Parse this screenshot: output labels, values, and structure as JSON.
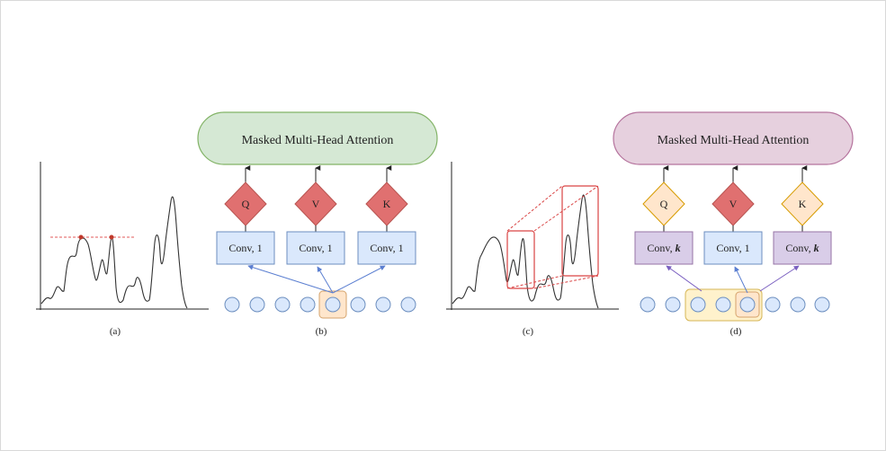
{
  "panels": {
    "a": {
      "caption": "(a)"
    },
    "b": {
      "caption": "(b)",
      "attention_label": "Masked Multi-Head Attention",
      "q_label": "Q",
      "v_label": "V",
      "k_label": "K",
      "conv_q_label": "Conv, 1",
      "conv_v_label": "Conv, 1",
      "conv_k_label": "Conv, 1"
    },
    "c": {
      "caption": "(c)"
    },
    "d": {
      "caption": "(d)",
      "attention_label": "Masked Multi-Head Attention",
      "q_label": "Q",
      "v_label": "V",
      "k_label": "K",
      "conv_q_label": "Conv, ",
      "conv_q_kernel": "k",
      "conv_v_label": "Conv, 1",
      "conv_k_label": "Conv, ",
      "conv_k_kernel": "k"
    }
  },
  "colors": {
    "green_fill": "#d5e8d4",
    "green_stroke": "#82b366",
    "pink_fill": "#e6d0de",
    "pink_stroke": "#b5739d",
    "red_fill": "#e07070",
    "red_stroke": "#b85450",
    "orange_fill": "#ffe6cc",
    "orange_stroke": "#d79b00",
    "blue_fill": "#dae8fc",
    "blue_stroke": "#6c8ebf",
    "purple_fill": "#d9cde8",
    "purple_stroke": "#9673a6",
    "highlight_fill": "#fff2cc",
    "highlight_stroke": "#d6b656"
  }
}
